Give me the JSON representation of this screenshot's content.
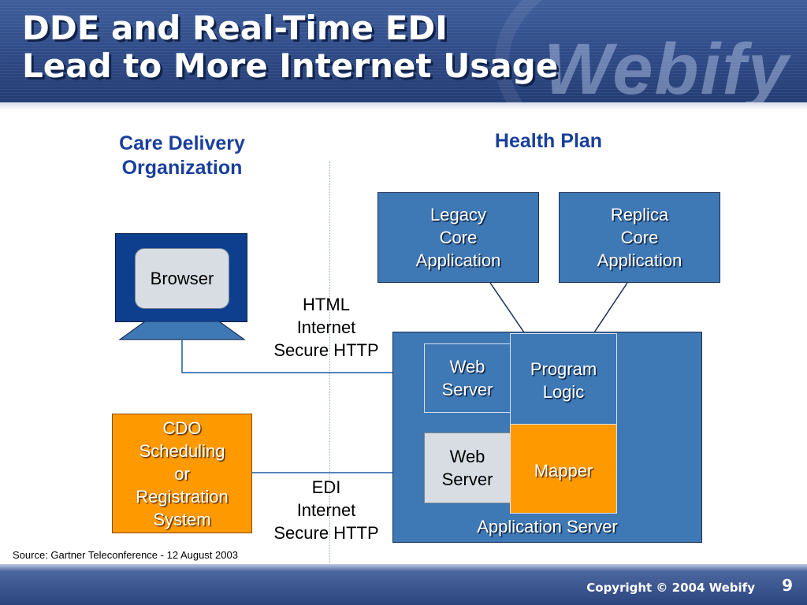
{
  "header": {
    "title_line1": "DDE and Real-Time EDI",
    "title_line2": "Lead to More Internet Usage",
    "watermark": "Webify"
  },
  "columns": {
    "left": [
      "Care Delivery",
      "Organization"
    ],
    "right": "Health Plan"
  },
  "nodes": {
    "browser": "Browser",
    "legacy": [
      "Legacy",
      "Core",
      "Application"
    ],
    "replica": [
      "Replica",
      "Core",
      "Application"
    ],
    "web_server_top": [
      "Web",
      "Server"
    ],
    "program_logic": [
      "Program",
      "Logic"
    ],
    "web_server_bottom": [
      "Web",
      "Server"
    ],
    "mapper": "Mapper",
    "cdo": [
      "CDO",
      "Scheduling",
      "or",
      "Registration",
      "System"
    ],
    "application_server": "Application Server"
  },
  "protocols": {
    "html": [
      "HTML",
      "Internet",
      "Secure HTTP"
    ],
    "edi": [
      "EDI",
      "Internet",
      "Secure HTTP"
    ]
  },
  "source": "Source: Gartner Teleconference - 12 August 2003",
  "footer": {
    "copyright": "Copyright © 2004 Webify",
    "page_number": "9"
  },
  "colors": {
    "header_blue": "#2e4a86",
    "box_blue": "#3e78b5",
    "monitor_blue": "#0d3f8e",
    "orange": "#ff9900",
    "heading_blue": "#1a3f9b"
  }
}
